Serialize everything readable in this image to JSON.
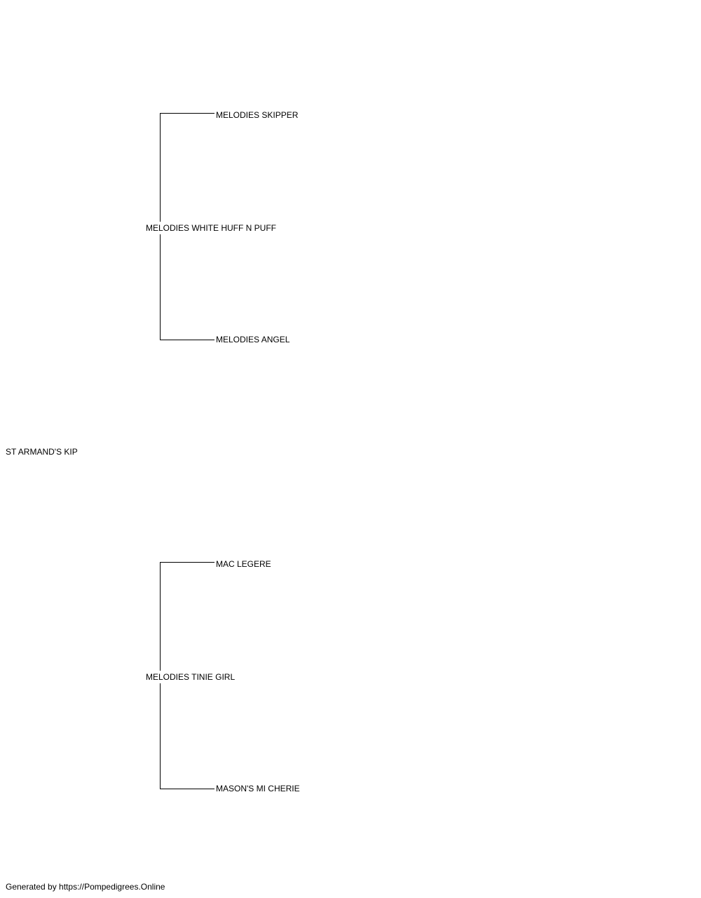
{
  "pedigree": {
    "subject": "ST ARMAND'S KIP",
    "sire": {
      "name": "MELODIES WHITE HUFF N PUFF",
      "sire": "MELODIES SKIPPER",
      "dam": "MELODIES ANGEL"
    },
    "dam": {
      "name": "MELODIES TINIE GIRL",
      "sire": "MAC LEGERE",
      "dam": "MASON'S MI CHERIE"
    }
  },
  "footer": {
    "text": "Generated by https://Pompedigrees.Online"
  },
  "colors": {
    "line": "#000000",
    "text": "#000000",
    "background": "#ffffff"
  }
}
